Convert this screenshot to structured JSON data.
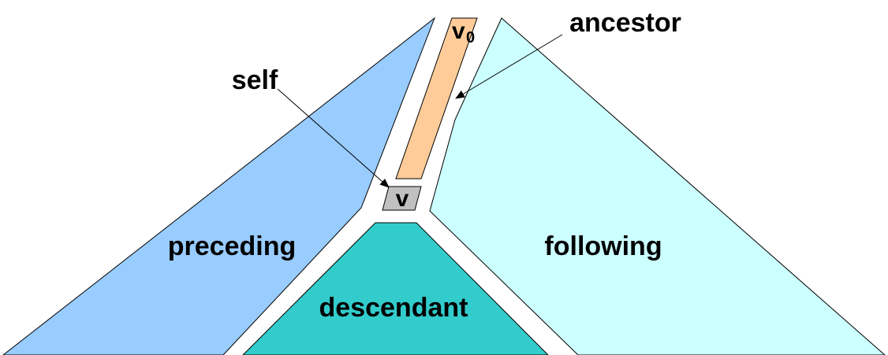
{
  "regions": {
    "preceding": {
      "label": "preceding",
      "color": "#99ccff"
    },
    "following": {
      "label": "following",
      "color": "#ccffff"
    },
    "descendant": {
      "label": "descendant",
      "color": "#33cccc"
    },
    "ancestor_bar": {
      "color": "#ffcc99"
    },
    "self_box": {
      "color": "#c0c0c0"
    }
  },
  "nodes": {
    "root": {
      "label": "v",
      "subscript": "0"
    },
    "self": {
      "label": "v"
    }
  },
  "callouts": {
    "ancestor": "ancestor",
    "self": "self"
  }
}
